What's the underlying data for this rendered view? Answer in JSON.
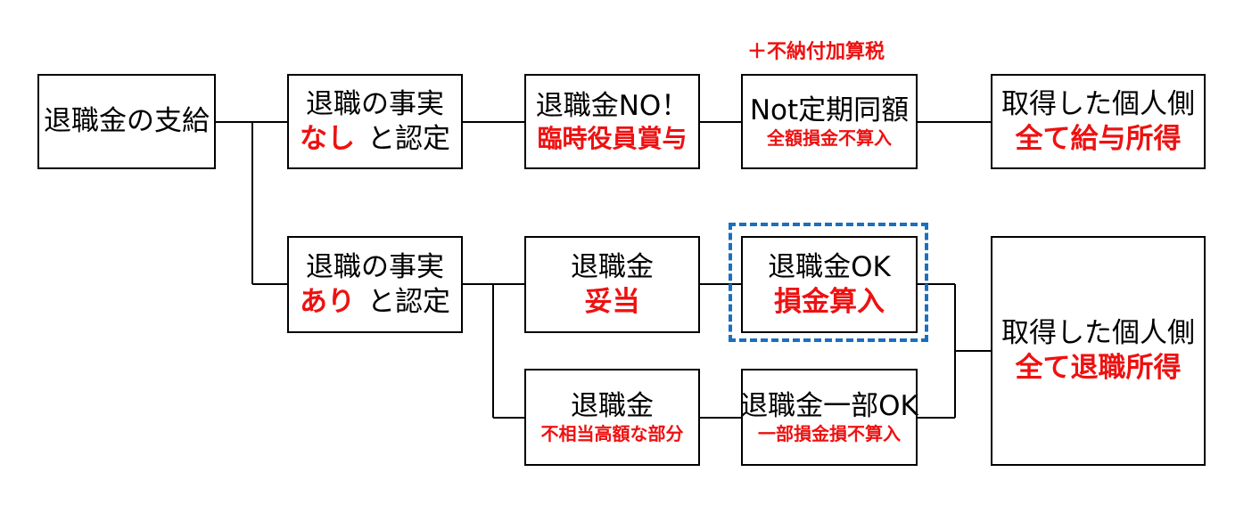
{
  "root": {
    "label": "退職金の支給"
  },
  "upper": {
    "fact": {
      "line1": "退職の事実",
      "emphasis": "なし",
      "suffix": "と認定"
    },
    "nature": {
      "line1": "退職金NO！",
      "line2": "臨時役員賞与"
    },
    "note": "＋不納付加算税",
    "corp": {
      "line1": "Not定期同額",
      "line2": "全額損金不算入"
    },
    "individual": {
      "line1": "取得した個人側",
      "line2": "全て給与所得"
    }
  },
  "lower": {
    "fact": {
      "line1": "退職の事実",
      "emphasis": "あり",
      "suffix": "と認定"
    },
    "proper": {
      "line1": "退職金",
      "line2": "妥当"
    },
    "proper_corp": {
      "line1": "退職金OK",
      "line2": "損金算入"
    },
    "excess": {
      "line1": "退職金",
      "line2": "不相当高額な部分"
    },
    "excess_corp": {
      "line1": "退職金一部OK",
      "line2": "一部損金損不算入"
    },
    "individual": {
      "line1": "取得した個人側",
      "line2": "全て退職所得"
    }
  },
  "colors": {
    "emphasis": "#ee1111",
    "highlight_border": "#1a6fbf"
  }
}
